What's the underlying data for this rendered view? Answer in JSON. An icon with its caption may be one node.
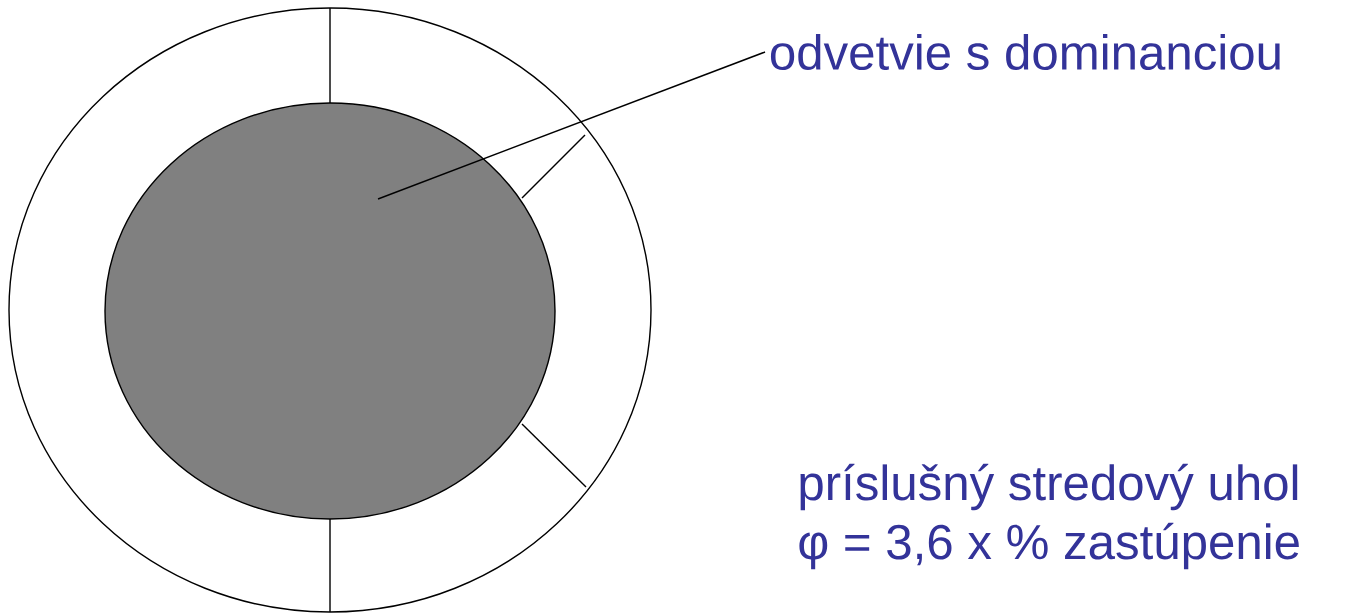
{
  "diagram": {
    "nodes": [
      {
        "text": [
          "odvetvie s dominanciou"
        ]
      },
      {
        "text": [],
        "shape": "circle"
      }
    ],
    "edges": [
      {
        "from": 0,
        "to": 1,
        "arrow": "none"
      }
    ],
    "labels": [
      "príslušný stredový uhol",
      "φ = 3,6 x % zastúpenie"
    ]
  }
}
